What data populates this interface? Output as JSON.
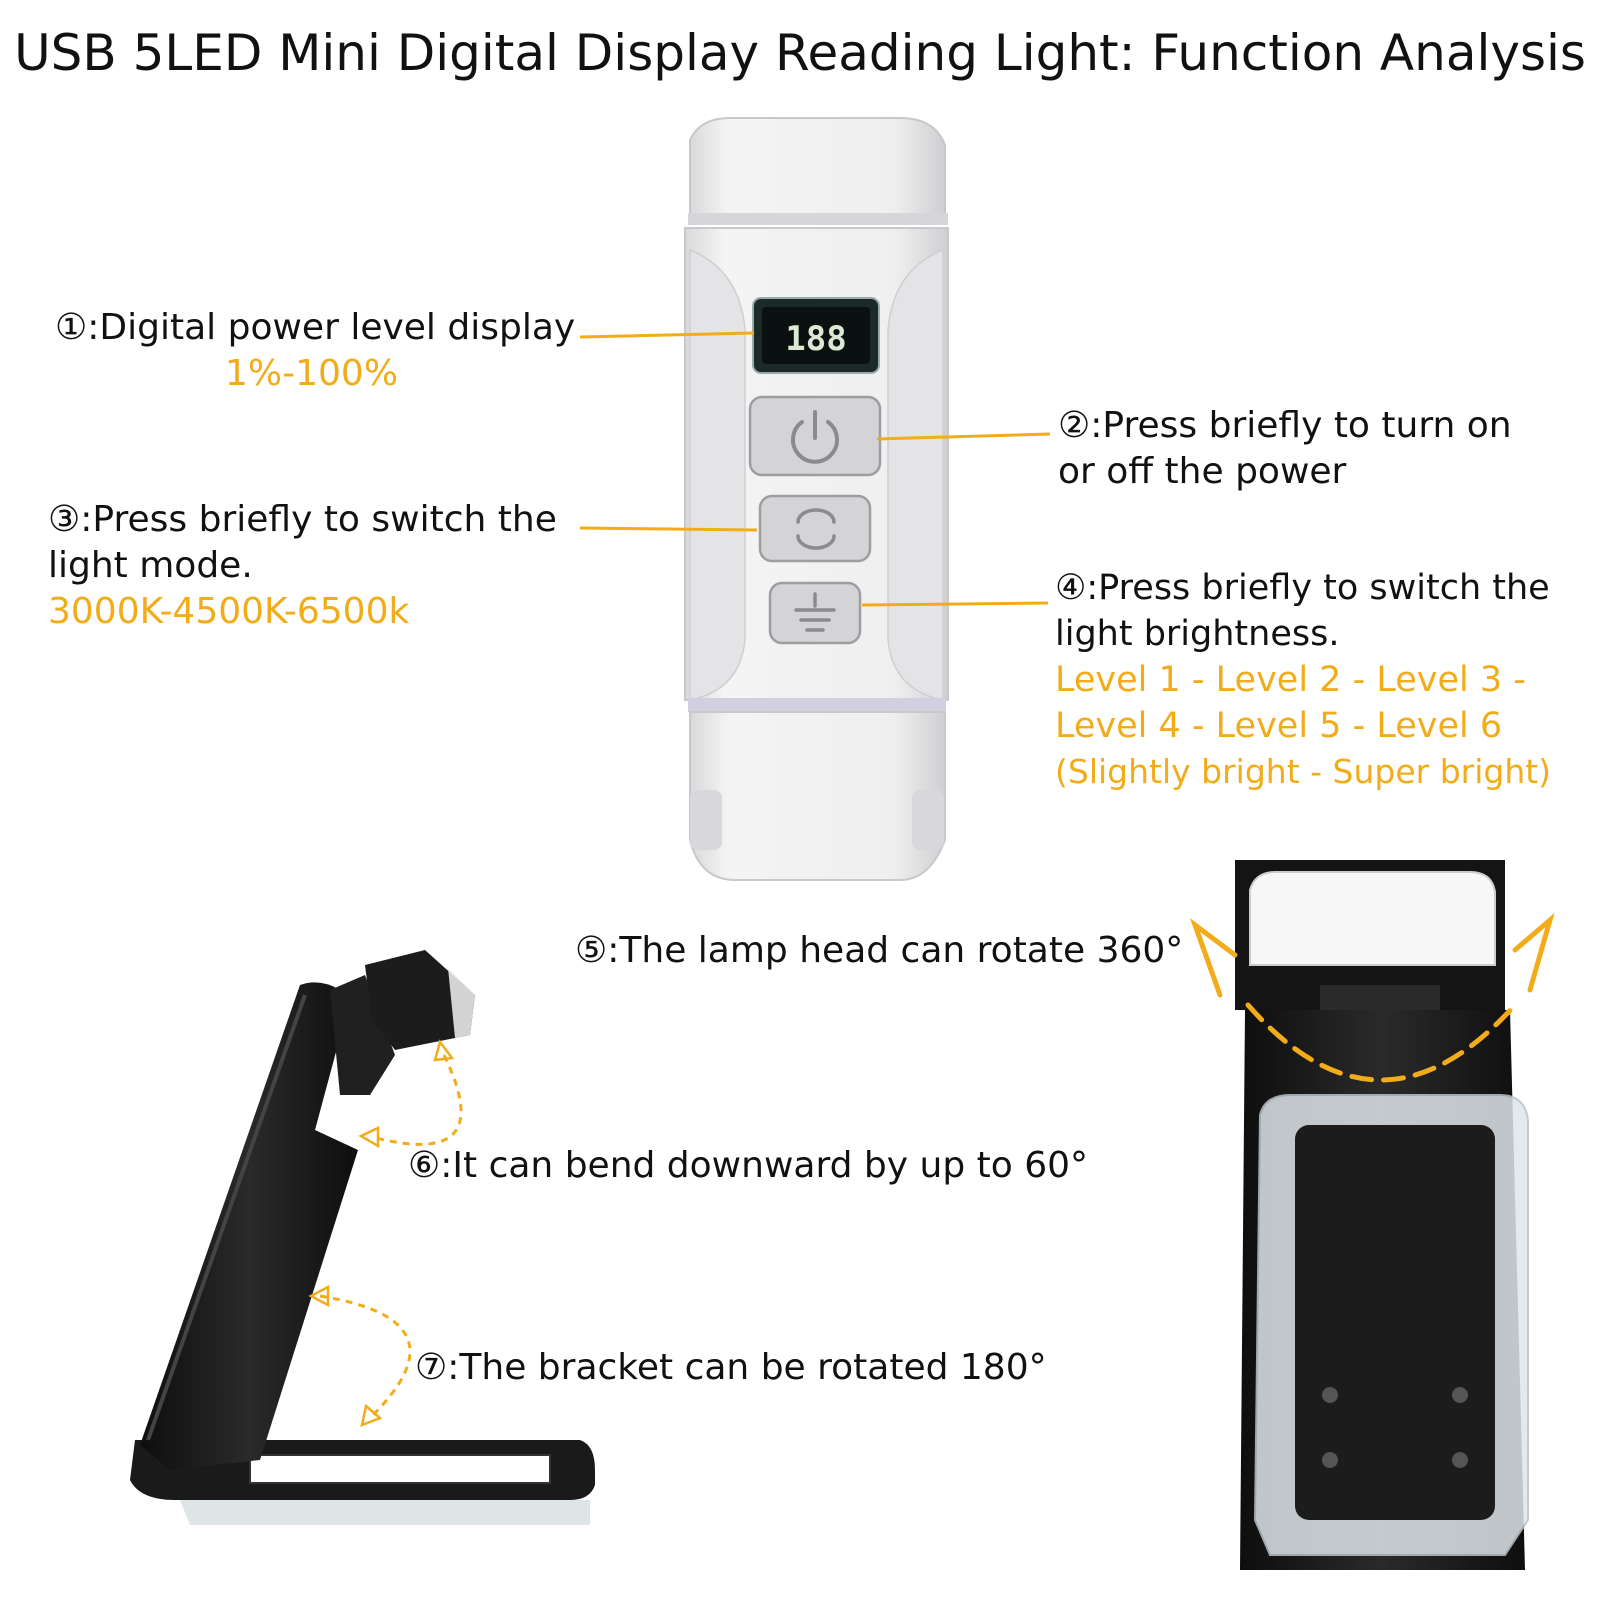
{
  "title": "USB 5LED Mini Digital Display Reading Light: Function Analysis",
  "display_readout": "188",
  "colors": {
    "accent": "#f2ac1a",
    "text": "#111111",
    "device_white": "#eeeeee",
    "device_black": "#1a1a1a"
  },
  "icons": [
    "power-icon",
    "mode-cycle-icon",
    "brightness-icon"
  ],
  "features": [
    {
      "id": "1",
      "label": "①:Digital power level display",
      "detail": "1%-100%"
    },
    {
      "id": "2",
      "label_lines": [
        "②:Press briefly to turn on",
        "or off the power"
      ]
    },
    {
      "id": "3",
      "label_lines": [
        "③:Press briefly to switch the",
        "light mode."
      ],
      "detail": "3000K-4500K-6500k"
    },
    {
      "id": "4",
      "label_lines": [
        "④:Press briefly to switch the",
        "light brightness."
      ],
      "detail_lines": [
        "Level 1 - Level 2 - Level 3 -",
        "Level 4 - Level 5 - Level 6",
        "(Slightly bright - Super bright)"
      ]
    },
    {
      "id": "5",
      "label": "⑤:The lamp head can rotate 360°"
    },
    {
      "id": "6",
      "label": "⑥:It can bend downward by up to 60°"
    },
    {
      "id": "7",
      "label": "⑦:The bracket can be rotated 180°"
    }
  ]
}
